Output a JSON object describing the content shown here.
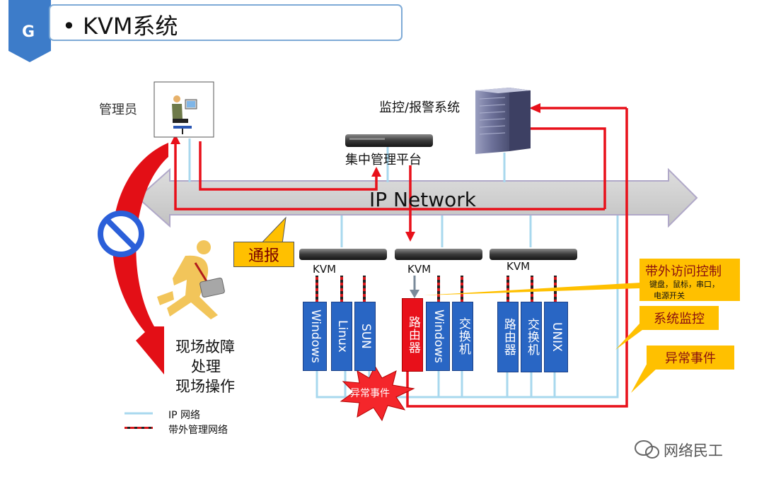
{
  "header": {
    "badge": "G",
    "title": "• KVM系统"
  },
  "labels": {
    "admin": "管理员",
    "monitor": "监控/报警系统",
    "central": "集中管理平台",
    "network": "IP Network",
    "notify": "通报",
    "field": [
      "现场故障",
      "处理",
      "现场操作"
    ],
    "kvm": [
      "KVM",
      "KVM",
      "KVM"
    ]
  },
  "devices": {
    "g1": [
      "Windows",
      "Linux",
      "SUN"
    ],
    "g2": [
      "路由器",
      "Windows",
      "交换机"
    ],
    "g3": [
      "路由器",
      "交换机",
      "UNIX"
    ]
  },
  "callouts": {
    "oob_title": "带外访问控制",
    "oob_sub1": "键盘，鼠标，串口，",
    "oob_sub2": "电源开关",
    "sysmon": "系统监控",
    "anomaly": "异常事件"
  },
  "burst": "异常事件",
  "legend": {
    "ip": "IP 网络",
    "oob": "带外管理网络"
  },
  "watermark": "网络民工",
  "colors": {
    "accent": "#4a8bd1",
    "red_line": "#e8101a",
    "callout": "#ffc000",
    "device_blue": "#2966c4",
    "ip_line": "#a8d8ee"
  }
}
